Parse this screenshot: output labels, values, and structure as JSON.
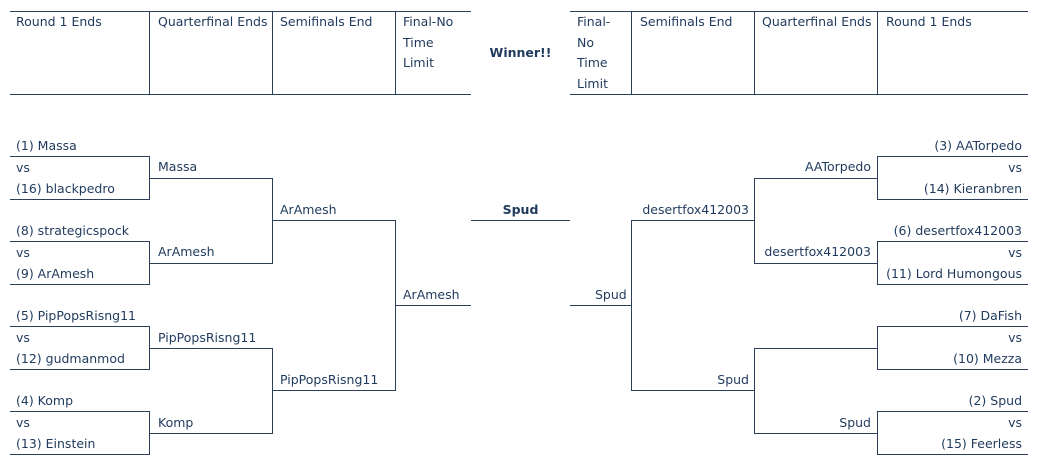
{
  "headers": {
    "left": [
      "Round 1 Ends",
      "Quarterfinal Ends",
      "Semifinals End",
      "Final-No Time Limit"
    ],
    "winner": "Winner!!",
    "right": [
      "Final-No Time Limit",
      "Semifinals End",
      "Quarterfinal Ends",
      "Round 1 Ends"
    ]
  },
  "left": {
    "round1": [
      {
        "top": "(1) Massa",
        "vs": "vs",
        "bottom": "(16) blackpedro"
      },
      {
        "top": "(8) strategicspock",
        "vs": "vs",
        "bottom": "(9) ArAmesh"
      },
      {
        "top": "(5) PipPopsRisng11",
        "vs": "vs",
        "bottom": "(12) gudmanmod"
      },
      {
        "top": "(4) Komp",
        "vs": "vs",
        "bottom": "(13) Einstein"
      }
    ],
    "quarterfinal": [
      "Massa",
      "ArAmesh",
      "PipPopsRisng11",
      "Komp"
    ],
    "semifinal": [
      "ArAmesh",
      "PipPopsRisng11"
    ],
    "final": "ArAmesh"
  },
  "winner": "Spud",
  "right": {
    "round1": [
      {
        "top": "(3) AATorpedo",
        "vs": "vs",
        "bottom": "(14) Kieranbren"
      },
      {
        "top": "(6) desertfox412003",
        "vs": "vs",
        "bottom": "(11) Lord Humongous"
      },
      {
        "top": "(7) DaFish",
        "vs": "vs",
        "bottom": "(10) Mezza"
      },
      {
        "top": "(2) Spud",
        "vs": "vs",
        "bottom": "(15) Feerless"
      }
    ],
    "quarterfinal": [
      "AATorpedo",
      "desertfox412003",
      "",
      "Spud"
    ],
    "semifinal": [
      "desertfox412003",
      "Spud"
    ],
    "final": "Spud"
  }
}
